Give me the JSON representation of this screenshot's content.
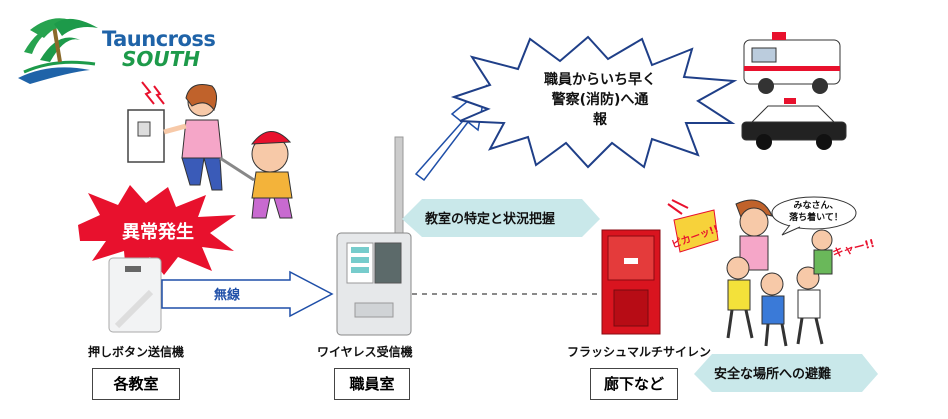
{
  "logo": {
    "line1": "Tauncross",
    "line2": "SOUTH"
  },
  "burst_alarm": "異常発生",
  "arrow_wireless": "無線",
  "bubble_identify": "教室の特定と状況把握",
  "burst_notify": [
    "職員からいち早く",
    "警察(消防)へ通",
    "報"
  ],
  "bubble_evacuate": "安全な場所への避難",
  "speech_calm": [
    "みなさん、",
    "落ち着いて！"
  ],
  "cry_kya": "キャー!!",
  "pika_text": "ピカーッ!!",
  "devices": {
    "button": "押しボタン送信機",
    "receiver": "ワイヤレス受信機",
    "siren": "フラッシュマルチサイレン"
  },
  "locations": {
    "classroom": "各教室",
    "staffroom": "職員室",
    "hallway": "廊下など"
  },
  "colors": {
    "burst_red": "#e8112d",
    "bubble": "#c9e8ea",
    "logo_blue": "#1f63a8",
    "logo_green": "#1d9a4a"
  }
}
